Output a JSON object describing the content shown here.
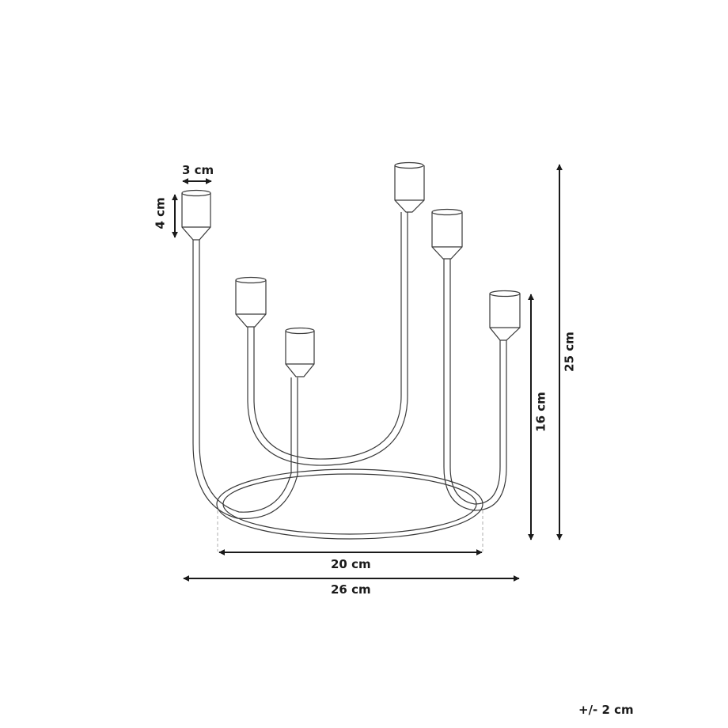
{
  "diagram": {
    "subject": "five-arm candle holder with oval ring base",
    "dimensions": {
      "holder_width": "3 cm",
      "holder_height": "4 cm",
      "base_width": "20 cm",
      "total_width": "26 cm",
      "short_arm_height": "16 cm",
      "total_height": "25 cm"
    },
    "tolerance": "+/- 2 cm",
    "colors": {
      "line": "#3a3a3a",
      "dimension": "#1a1a1a",
      "background": "#ffffff"
    }
  }
}
